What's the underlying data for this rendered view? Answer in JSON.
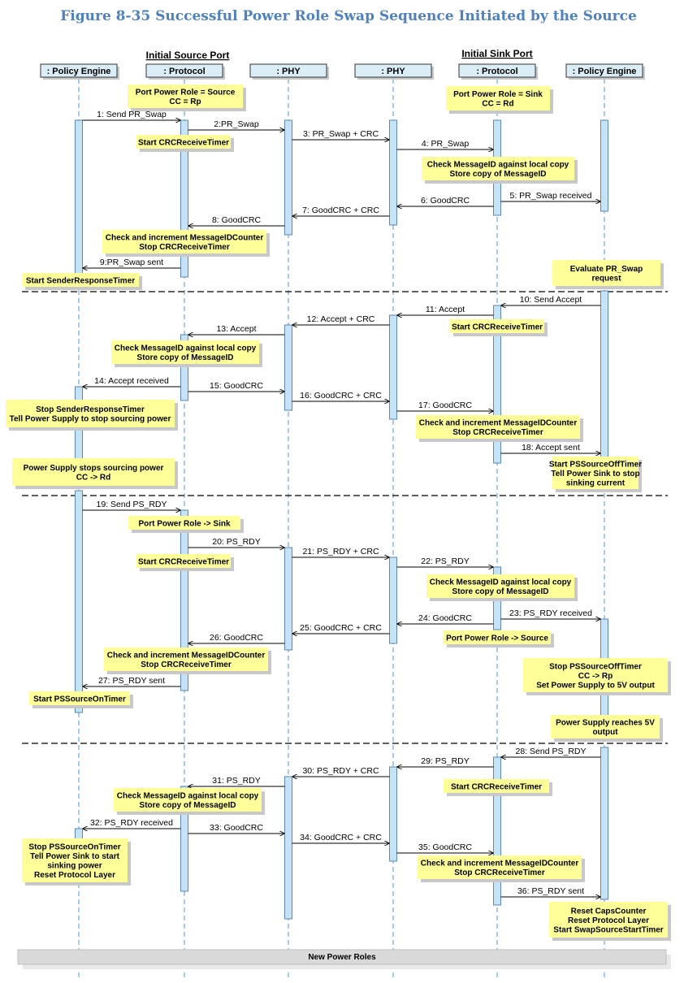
{
  "title": "Figure 8-35 Successful Power Role Swap Sequence Initiated by the Source",
  "groups": [
    {
      "label": "Initial Source Port"
    },
    {
      "label": "Initial Sink Port"
    }
  ],
  "participants": [
    {
      "label": ": Policy Engine"
    },
    {
      "label": ": Protocol"
    },
    {
      "label": ": PHY"
    },
    {
      "label": ": PHY"
    },
    {
      "label": ": Protocol"
    },
    {
      "label": ": Policy Engine"
    }
  ],
  "messages": [
    {
      "label": "1: Send PR_Swap"
    },
    {
      "label": "2:PR_Swap"
    },
    {
      "label": "3: PR_Swap + CRC"
    },
    {
      "label": "4: PR_Swap"
    },
    {
      "label": "5: PR_Swap received"
    },
    {
      "label": "6: GoodCRC"
    },
    {
      "label": "7: GoodCRC + CRC"
    },
    {
      "label": "8: GoodCRC"
    },
    {
      "label": "9:PR_Swap sent"
    },
    {
      "label": "10: Send Accept"
    },
    {
      "label": "11: Accept"
    },
    {
      "label": "12: Accept + CRC"
    },
    {
      "label": "13: Accept"
    },
    {
      "label": "14: Accept received"
    },
    {
      "label": "15: GoodCRC"
    },
    {
      "label": "16: GoodCRC + CRC"
    },
    {
      "label": "17: GoodCRC"
    },
    {
      "label": "18: Accept sent"
    },
    {
      "label": "19: Send PS_RDY"
    },
    {
      "label": "20: PS_RDY"
    },
    {
      "label": "21: PS_RDY + CRC"
    },
    {
      "label": "22: PS_RDY"
    },
    {
      "label": "23: PS_RDY received"
    },
    {
      "label": "24: GoodCRC"
    },
    {
      "label": "25: GoodCRC + CRC"
    },
    {
      "label": "26: GoodCRC"
    },
    {
      "label": "27: PS_RDY sent"
    },
    {
      "label": "28: Send PS_RDY"
    },
    {
      "label": "29: PS_RDY"
    },
    {
      "label": "30: PS_RDY + CRC"
    },
    {
      "label": "31: PS_RDY"
    },
    {
      "label": "32: PS_RDY received"
    },
    {
      "label": "33: GoodCRC"
    },
    {
      "label": "34: GoodCRC + CRC"
    },
    {
      "label": "35: GoodCRC"
    },
    {
      "label": "36: PS_RDY sent"
    }
  ],
  "notes": [
    {
      "lines": [
        "Port Power Role = Source",
        "CC = Rp"
      ]
    },
    {
      "lines": [
        "Port Power Role = Sink",
        "CC = Rd"
      ]
    },
    {
      "lines": [
        "Start CRCReceiveTimer"
      ]
    },
    {
      "lines": [
        "Check MessageID against local copy",
        "Store copy of MessageID"
      ]
    },
    {
      "lines": [
        "Check and increment MessageIDCounter",
        "Stop CRCReceiveTimer"
      ]
    },
    {
      "lines": [
        "Start SenderResponseTimer"
      ]
    },
    {
      "lines": [
        "Evaluate PR_Swap",
        "request"
      ]
    },
    {
      "lines": [
        "Start CRCReceiveTimer"
      ]
    },
    {
      "lines": [
        "Check MessageID against local copy",
        "Store copy of MessageID"
      ]
    },
    {
      "lines": [
        "Stop SenderResponseTimer",
        "Tell Power Supply to stop sourcing power"
      ]
    },
    {
      "lines": [
        "Check and increment MessageIDCounter",
        "Stop CRCReceiveTimer"
      ]
    },
    {
      "lines": [
        "Power Supply stops sourcing power",
        "CC -> Rd"
      ]
    },
    {
      "lines": [
        "Start PSSourceOffTimer",
        "Tell Power Sink to stop",
        "sinking current"
      ]
    },
    {
      "lines": [
        "Port Power Role -> Sink"
      ]
    },
    {
      "lines": [
        "Start CRCReceiveTimer"
      ]
    },
    {
      "lines": [
        "Check MessageID against local copy",
        "Store copy of MessageID"
      ]
    },
    {
      "lines": [
        "Port Power Role -> Source"
      ]
    },
    {
      "lines": [
        "Check and increment MessageIDCounter",
        "Stop CRCReceiveTimer"
      ]
    },
    {
      "lines": [
        "Stop PSSourceOffTimer",
        "CC -> Rp",
        "Set Power Supply to 5V output"
      ]
    },
    {
      "lines": [
        "Start PSSourceOnTimer"
      ]
    },
    {
      "lines": [
        "Power Supply reaches 5V",
        "output"
      ]
    },
    {
      "lines": [
        "Check MessageID against local copy",
        "Store copy of MessageID"
      ]
    },
    {
      "lines": [
        "Start CRCReceiveTimer"
      ]
    },
    {
      "lines": [
        "Stop PSSourceOnTimer",
        "Tell Power Sink to start",
        "sinking power",
        "Reset Protocol Layer"
      ]
    },
    {
      "lines": [
        "Check and increment MessageIDCounter",
        "Stop CRCReceiveTimer"
      ]
    },
    {
      "lines": [
        "Reset CapsCounter",
        "Reset Protocol Layer",
        "Start SwapSourceStartTimer"
      ]
    }
  ],
  "footer": {
    "label": "New Power Roles"
  },
  "colors": {
    "title": "#4f81bd",
    "participant_fill": "#dbeef8",
    "activation_fill": "#c6e3f5",
    "activation_stroke": "#5b87b0",
    "lifeline": "#6fa8dc",
    "note_fill": "#ffff99",
    "note_shadow": "#c8c8c8",
    "footer_fill": "#d9d9d9"
  }
}
